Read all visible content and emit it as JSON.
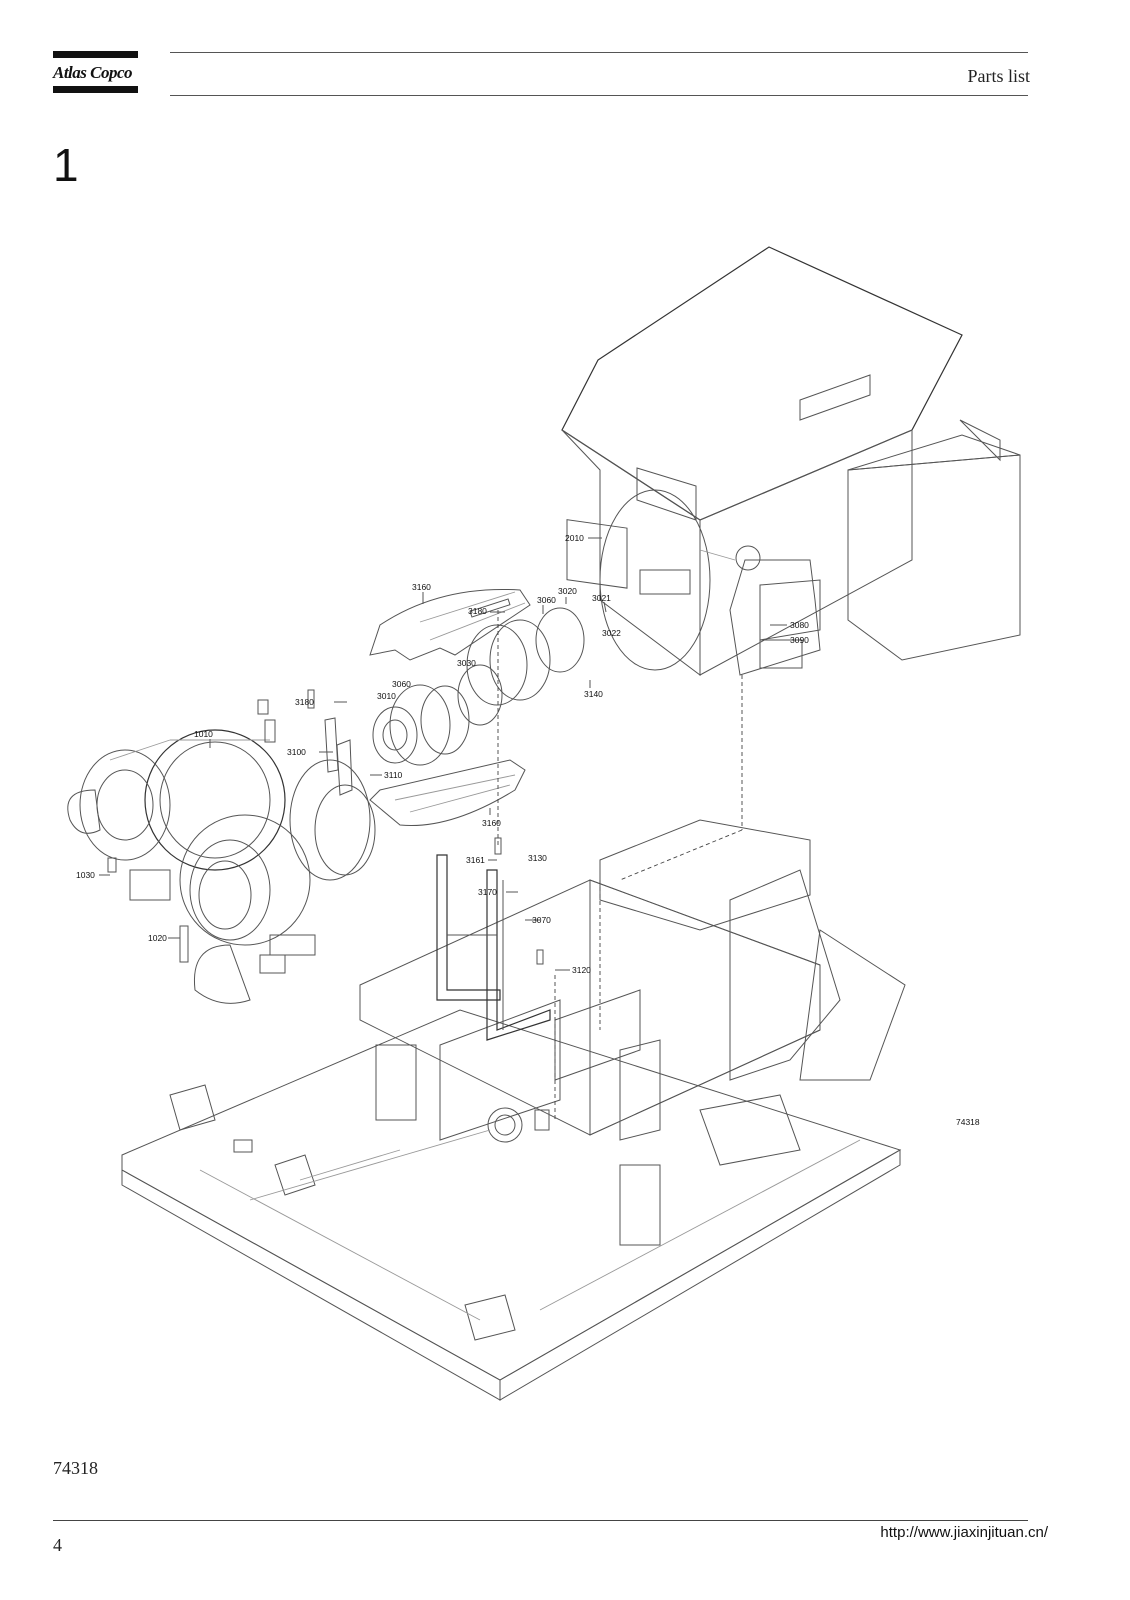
{
  "header": {
    "brand": "Atlas Copco",
    "title": "Parts list"
  },
  "section": {
    "number": "1"
  },
  "figure": {
    "id_label": "74318",
    "callouts": [
      {
        "id": "c2010",
        "label": "2010"
      },
      {
        "id": "c3160a",
        "label": "3160"
      },
      {
        "id": "c3180a",
        "label": "3180"
      },
      {
        "id": "c3060a",
        "label": "3060"
      },
      {
        "id": "c3020",
        "label": "3020"
      },
      {
        "id": "c3021",
        "label": "3021"
      },
      {
        "id": "c3022",
        "label": "3022"
      },
      {
        "id": "c3030",
        "label": "3030"
      },
      {
        "id": "c3140",
        "label": "3140"
      },
      {
        "id": "c3080",
        "label": "3080"
      },
      {
        "id": "c3090",
        "label": "3090"
      },
      {
        "id": "c3060b",
        "label": "3060"
      },
      {
        "id": "c3010",
        "label": "3010"
      },
      {
        "id": "c3180b",
        "label": "3180"
      },
      {
        "id": "c1010",
        "label": "1010"
      },
      {
        "id": "c3100",
        "label": "3100"
      },
      {
        "id": "c3110",
        "label": "3110"
      },
      {
        "id": "c3160b",
        "label": "3160"
      },
      {
        "id": "c3161",
        "label": "3161"
      },
      {
        "id": "c3130",
        "label": "3130"
      },
      {
        "id": "c3170",
        "label": "3170"
      },
      {
        "id": "c3070",
        "label": "3070"
      },
      {
        "id": "c3120",
        "label": "3120"
      },
      {
        "id": "c1030",
        "label": "1030"
      },
      {
        "id": "c1020",
        "label": "1020"
      },
      {
        "id": "c74318",
        "label": "74318"
      }
    ]
  },
  "footer": {
    "figure_id": "74318",
    "page_number": "4",
    "url": "http://www.jiaxinjituan.cn/"
  }
}
